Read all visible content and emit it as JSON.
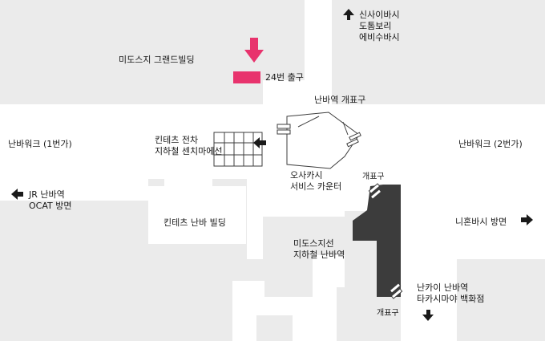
{
  "colors": {
    "background": "#ebebeb",
    "walkway": "#ffffff",
    "highlight": "#e8336d",
    "subway_line": "#3c3c3c",
    "text": "#1a1a1a"
  },
  "labels": {
    "shinsaibashi": "신사이바시\n도톰보리\n에비수바시",
    "midosuji_grand_building": "미도스지 그랜드빌딩",
    "exit_24": "24번 출구",
    "namba_station_gate": "난바역 개표구",
    "namba_walk_1": "난바워크 (1번가)",
    "namba_walk_2": "난바워크 (2번가)",
    "kintetsu_train": "킨테츠 전차\n지하철 센치마에선",
    "osaka_service": "오사카시\n서비스 카운터",
    "gate_upper": "개표구",
    "jr_namba": "JR 난바역\nOCAT 방면",
    "kintetsu_namba_building": "킨테츠 난바 빌딩",
    "nihonbashi": "니혼바시 방면",
    "midosuji_line": "미도스지선\n지하철 난바역",
    "nankai_takashimaya": "난카이 난바역\n타카시마야 백화점",
    "gate_lower": "개표구"
  },
  "icons": [
    "arrow-up-icon",
    "arrow-down-icon",
    "arrow-left-icon",
    "arrow-right-icon"
  ]
}
